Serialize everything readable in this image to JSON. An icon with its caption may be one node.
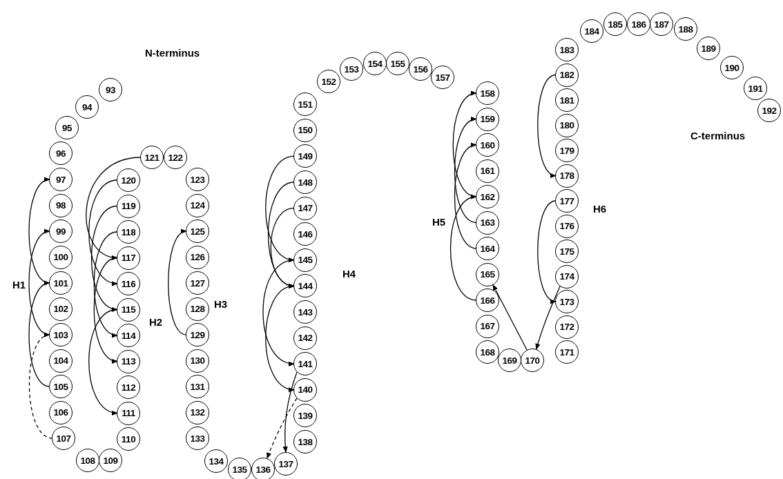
{
  "diagram": {
    "nodes": [
      {
        "text": [
          "93"
        ]
      },
      {
        "text": [
          "94"
        ]
      },
      {
        "text": [
          "95"
        ]
      },
      {
        "text": [
          "96"
        ]
      },
      {
        "text": [
          "97"
        ]
      },
      {
        "text": [
          "98"
        ]
      },
      {
        "text": [
          "99"
        ]
      },
      {
        "text": [
          "100"
        ]
      },
      {
        "text": [
          "101"
        ]
      },
      {
        "text": [
          "102"
        ]
      },
      {
        "text": [
          "103"
        ]
      },
      {
        "text": [
          "104"
        ]
      },
      {
        "text": [
          "105"
        ]
      },
      {
        "text": [
          "106"
        ]
      },
      {
        "text": [
          "107"
        ]
      },
      {
        "text": [
          "108"
        ]
      },
      {
        "text": [
          "109"
        ]
      },
      {
        "text": [
          "110"
        ]
      },
      {
        "text": [
          "111"
        ]
      },
      {
        "text": [
          "112"
        ]
      },
      {
        "text": [
          "113"
        ]
      },
      {
        "text": [
          "114"
        ]
      },
      {
        "text": [
          "115"
        ]
      },
      {
        "text": [
          "116"
        ]
      },
      {
        "text": [
          "117"
        ]
      },
      {
        "text": [
          "118"
        ]
      },
      {
        "text": [
          "119"
        ]
      },
      {
        "text": [
          "120"
        ]
      },
      {
        "text": [
          "121"
        ]
      },
      {
        "text": [
          "122"
        ]
      },
      {
        "text": [
          "123"
        ]
      },
      {
        "text": [
          "124"
        ]
      },
      {
        "text": [
          "125"
        ]
      },
      {
        "text": [
          "126"
        ]
      },
      {
        "text": [
          "127"
        ]
      },
      {
        "text": [
          "128"
        ]
      },
      {
        "text": [
          "129"
        ]
      },
      {
        "text": [
          "130"
        ]
      },
      {
        "text": [
          "131"
        ]
      },
      {
        "text": [
          "132"
        ]
      },
      {
        "text": [
          "133"
        ]
      },
      {
        "text": [
          "134"
        ]
      },
      {
        "text": [
          "135"
        ]
      },
      {
        "text": [
          "136"
        ]
      },
      {
        "text": [
          "137"
        ]
      },
      {
        "text": [
          "138"
        ]
      },
      {
        "text": [
          "139"
        ]
      },
      {
        "text": [
          "140"
        ]
      },
      {
        "text": [
          "141"
        ]
      },
      {
        "text": [
          "142"
        ]
      },
      {
        "text": [
          "143"
        ]
      },
      {
        "text": [
          "144"
        ]
      },
      {
        "text": [
          "145"
        ]
      },
      {
        "text": [
          "146"
        ]
      },
      {
        "text": [
          "147"
        ]
      },
      {
        "text": [
          "148"
        ]
      },
      {
        "text": [
          "149"
        ]
      },
      {
        "text": [
          "150"
        ]
      },
      {
        "text": [
          "151"
        ]
      },
      {
        "text": [
          "152"
        ]
      },
      {
        "text": [
          "153"
        ]
      },
      {
        "text": [
          "154"
        ]
      },
      {
        "text": [
          "155"
        ]
      },
      {
        "text": [
          "156"
        ]
      },
      {
        "text": [
          "157"
        ]
      },
      {
        "text": [
          "158"
        ]
      },
      {
        "text": [
          "159"
        ]
      },
      {
        "text": [
          "160"
        ]
      },
      {
        "text": [
          "161"
        ]
      },
      {
        "text": [
          "162"
        ]
      },
      {
        "text": [
          "163"
        ]
      },
      {
        "text": [
          "164"
        ]
      },
      {
        "text": [
          "165"
        ]
      },
      {
        "text": [
          "166"
        ]
      },
      {
        "text": [
          "167"
        ]
      },
      {
        "text": [
          "168"
        ]
      },
      {
        "text": [
          "169"
        ]
      },
      {
        "text": [
          "170"
        ]
      },
      {
        "text": [
          "171"
        ]
      },
      {
        "text": [
          "172"
        ]
      },
      {
        "text": [
          "173"
        ]
      },
      {
        "text": [
          "174"
        ]
      },
      {
        "text": [
          "175"
        ]
      },
      {
        "text": [
          "176"
        ]
      },
      {
        "text": [
          "177"
        ]
      },
      {
        "text": [
          "178"
        ]
      },
      {
        "text": [
          "179"
        ]
      },
      {
        "text": [
          "180"
        ]
      },
      {
        "text": [
          "181"
        ]
      },
      {
        "text": [
          "182"
        ]
      },
      {
        "text": [
          "183"
        ]
      },
      {
        "text": [
          "184"
        ]
      },
      {
        "text": [
          "185"
        ]
      },
      {
        "text": [
          "186"
        ]
      },
      {
        "text": [
          "187"
        ]
      },
      {
        "text": [
          "188"
        ]
      },
      {
        "text": [
          "189"
        ]
      },
      {
        "text": [
          "190"
        ]
      },
      {
        "text": [
          "191"
        ]
      },
      {
        "text": [
          "192"
        ]
      }
    ],
    "edges": [
      {
        "from": 8,
        "to": 4,
        "arrow": "to"
      },
      {
        "from": 10,
        "to": 6,
        "arrow": "to"
      },
      {
        "from": 12,
        "to": 8,
        "arrow": "to"
      },
      {
        "from": 14,
        "to": 10,
        "arrow": "to",
        "style": "dashed"
      },
      {
        "from": 28,
        "to": 24,
        "arrow": "to"
      },
      {
        "from": 27,
        "to": 23,
        "arrow": "to"
      },
      {
        "from": 26,
        "to": 22,
        "arrow": "to"
      },
      {
        "from": 25,
        "to": 21,
        "arrow": "to"
      },
      {
        "from": 24,
        "to": 20,
        "arrow": "to"
      },
      {
        "from": 22,
        "to": 18,
        "arrow": "to"
      },
      {
        "from": 36,
        "to": 32,
        "arrow": "to"
      },
      {
        "from": 56,
        "to": 52,
        "arrow": "to"
      },
      {
        "from": 55,
        "to": 51,
        "arrow": "to"
      },
      {
        "from": 54,
        "to": 51,
        "arrow": "to"
      },
      {
        "from": 52,
        "to": 48,
        "arrow": "to"
      },
      {
        "from": 51,
        "to": 47,
        "arrow": "to"
      },
      {
        "from": 48,
        "to": 44,
        "arrow": "to"
      },
      {
        "from": 47,
        "to": 43,
        "arrow": "to",
        "style": "dashed"
      },
      {
        "from": 69,
        "to": 65,
        "arrow": "to"
      },
      {
        "from": 70,
        "to": 66,
        "arrow": "to"
      },
      {
        "from": 71,
        "to": 67,
        "arrow": "to"
      },
      {
        "from": 73,
        "to": 69,
        "arrow": "to"
      },
      {
        "from": 89,
        "to": 85,
        "arrow": "to"
      },
      {
        "from": 84,
        "to": 80,
        "arrow": "to"
      },
      {
        "from": 81,
        "to": 77,
        "arrow": "to"
      },
      {
        "from": 77,
        "to": 72,
        "arrow": "to"
      }
    ],
    "labels": [
      "N-terminus",
      "C-terminus",
      "H1",
      "H2",
      "H3",
      "H4",
      "H5",
      "H6"
    ]
  }
}
